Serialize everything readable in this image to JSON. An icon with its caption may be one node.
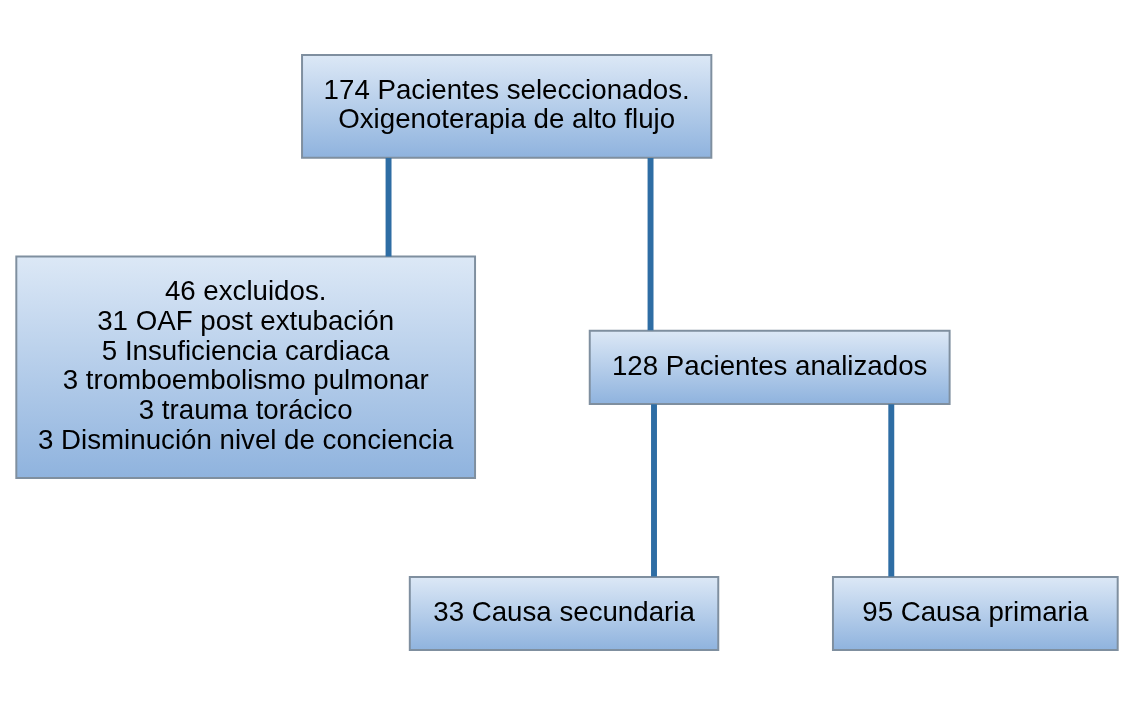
{
  "diagram": {
    "nodes": [
      {
        "text": [
          "174 Pacientes seleccionados.",
          "Oxigenoterapia de alto flujo"
        ]
      },
      {
        "text": [
          "46 excluidos.",
          "31 OAF post extubación",
          "5 Insuficiencia cardiaca",
          "3 tromboembolismo pulmonar",
          "3 trauma torácico",
          "3 Disminución nivel de conciencia"
        ]
      },
      {
        "text": [
          "128 Pacientes analizados"
        ]
      },
      {
        "text": [
          "33 Causa secundaria"
        ]
      },
      {
        "text": [
          "95 Causa primaria"
        ]
      }
    ],
    "edges": [
      {
        "from": 0,
        "to": 1,
        "arrow": "none"
      },
      {
        "from": 0,
        "to": 2,
        "arrow": "none"
      },
      {
        "from": 2,
        "to": 3,
        "arrow": "none"
      },
      {
        "from": 2,
        "to": 4,
        "arrow": "none"
      }
    ]
  }
}
